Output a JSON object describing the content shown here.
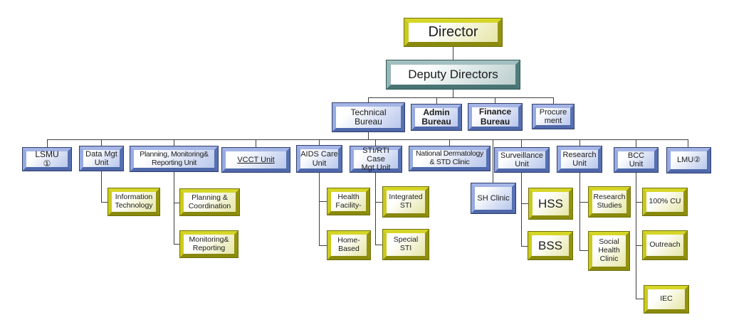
{
  "chart": {
    "type": "org-chart",
    "colors": {
      "background": "#ffffff",
      "blue_frame": "#7a90cc",
      "yellow_frame": "#c3c31a",
      "teal_frame": "#6f9898",
      "connector_line": "#3f3f3f"
    },
    "nodes": {
      "director": {
        "label": "Director"
      },
      "deputy": {
        "label": "Deputy Directors"
      },
      "technical": {
        "label": "Technical\nBureau"
      },
      "admin": {
        "label": "Admin\nBureau"
      },
      "finance": {
        "label": "Finance\nBureau"
      },
      "procurement": {
        "label": "Procure\nment"
      },
      "lsmu": {
        "label": "LSMU\n①"
      },
      "datamgt": {
        "label": "Data Mgt\nUnit"
      },
      "planning": {
        "label": "Planning, Monitoring&\nReporting Unit"
      },
      "vcct": {
        "label": "VCCT  Unit"
      },
      "aidscare": {
        "label": "AIDS Care\nUnit"
      },
      "stirti": {
        "label": "STI/RTI Case\nMgt Unit"
      },
      "natderm": {
        "label": "National Dermatology\n& STD Clinic"
      },
      "surveillance": {
        "label": "Surveillance\nUnit"
      },
      "research": {
        "label": "Research\nUnit"
      },
      "bcc": {
        "label": "BCC\nUnit"
      },
      "lmu": {
        "label": "LMU②"
      },
      "shclinic": {
        "label": "SH Clinic"
      },
      "it": {
        "label": "Information\nTechnology"
      },
      "pc": {
        "label": "Planning &\nCoordination"
      },
      "mr": {
        "label": "Monitoring&\nReporting"
      },
      "hf": {
        "label": "Health\nFacility-"
      },
      "hb": {
        "label": "Home-\nBased"
      },
      "isti": {
        "label": "Integrated\nSTI"
      },
      "ssti": {
        "label": "Special\nSTI"
      },
      "hss": {
        "label": "HSS"
      },
      "bss": {
        "label": "BSS"
      },
      "rs": {
        "label": "Research\nStudies"
      },
      "shc": {
        "label": "Social\nHealth\nClinic"
      },
      "cu100": {
        "label": "100% CU"
      },
      "outreach": {
        "label": "Outreach"
      },
      "iec": {
        "label": "IEC"
      }
    }
  }
}
